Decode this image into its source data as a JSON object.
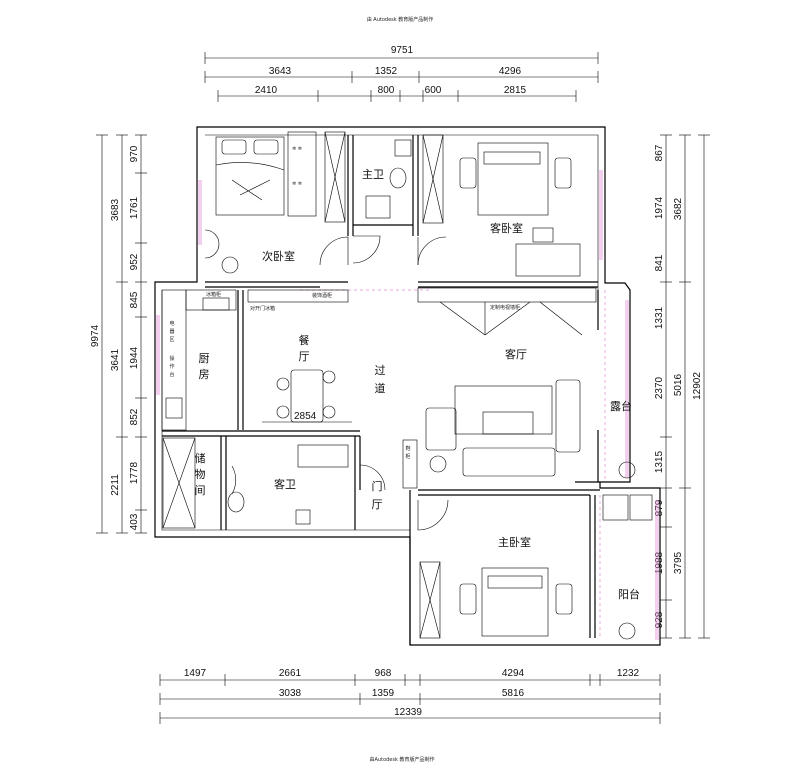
{
  "header_note": "由 Autodesk 教育版产品制作",
  "footer_note": "由Autodesk 教育版产品制作",
  "rooms": {
    "second_bedroom": "次卧室",
    "master_bath": "主卫",
    "guest_bedroom": "客卧室",
    "kitchen": "厨房",
    "dining": "餐厅",
    "corridor": "过道",
    "living_room": "客厅",
    "terrace": "露台",
    "storage": "储物间",
    "guest_bath": "客卫",
    "foyer": "门厅",
    "master_bedroom": "主卧室",
    "balcony": "阳台"
  },
  "annotations": {
    "fridge": "冰箱柜",
    "appliance_zone": "电器区",
    "prep_counter": "操作台",
    "sliding_door": "对开门冰箱",
    "display_cabinet": "装饰酒柜",
    "tv_cabinet": "定制电视墙柜",
    "shoe_cabinet": "鞋柜",
    "dining_dim": "2854"
  },
  "dimensions": {
    "top_total": "9751",
    "top_row2": [
      "3643",
      "1352",
      "4296"
    ],
    "top_row3": [
      "2410",
      "800",
      "600",
      "2815"
    ],
    "left_total": "9974",
    "left_mid": [
      "3683",
      "3641",
      "2211"
    ],
    "left_inner": [
      "970",
      "1761",
      "952",
      "845",
      "1944",
      "852",
      "1778",
      "403"
    ],
    "right_total": "12902",
    "right_mid": [
      "3682",
      "5016",
      "3795"
    ],
    "right_inner": [
      "867",
      "1974",
      "841",
      "1331",
      "2370",
      "1315",
      "879",
      "1988",
      "928"
    ],
    "bottom_row1": [
      "1497",
      "2661",
      "968",
      "4294",
      "1232"
    ],
    "bottom_row2": [
      "3038",
      "1359",
      "5816"
    ],
    "bottom_total": "12339"
  }
}
